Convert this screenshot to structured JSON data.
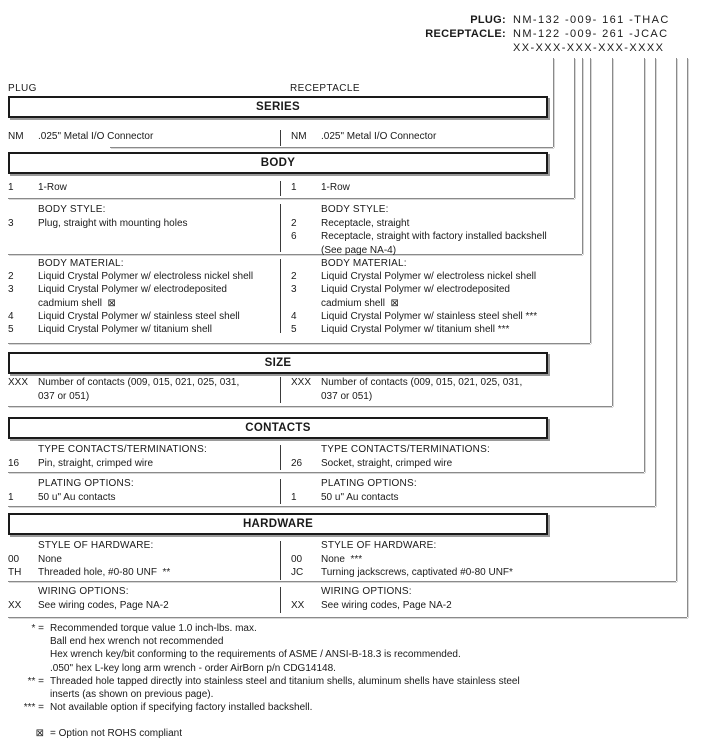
{
  "header": {
    "plug_label": "PLUG:",
    "plug_value": "NM-132 -009- 161 -THAC",
    "receptacle_label": "RECEPTACLE:",
    "receptacle_value": "NM-122 -009- 261 -JCAC",
    "pattern": "XX-XXX-XXX-XXX-XXXX",
    "left_column_label": "PLUG",
    "right_column_label": "RECEPTACLE"
  },
  "series": {
    "title": "SERIES",
    "left": {
      "code": "NM",
      "desc": ".025\" Metal I/O Connector"
    },
    "right": {
      "code": "NM",
      "desc": ".025\" Metal I/O Connector"
    }
  },
  "body": {
    "title": "BODY",
    "row": {
      "left": {
        "code": "1",
        "desc": "1-Row"
      },
      "right": {
        "code": "1",
        "desc": "1-Row"
      }
    },
    "style": {
      "heading": "BODY STYLE:",
      "left": [
        {
          "code": "3",
          "desc": "Plug, straight with mounting holes"
        }
      ],
      "right": [
        {
          "code": "2",
          "desc": "Receptacle, straight"
        },
        {
          "code": "6",
          "desc": "Receptacle, straight with factory installed backshell"
        },
        {
          "code": "",
          "desc": "(See page NA-4)"
        }
      ]
    },
    "material": {
      "heading": "BODY MATERIAL:",
      "left": [
        {
          "code": "2",
          "desc": "Liquid Crystal Polymer w/ electroless nickel shell"
        },
        {
          "code": "3",
          "desc": "Liquid Crystal Polymer w/ electrodeposited"
        },
        {
          "code": "",
          "desc": "cadmium shell  ⊠"
        },
        {
          "code": "4",
          "desc": "Liquid Crystal Polymer w/ stainless steel shell"
        },
        {
          "code": "5",
          "desc": "Liquid Crystal Polymer w/ titanium shell"
        }
      ],
      "right": [
        {
          "code": "2",
          "desc": "Liquid Crystal Polymer w/ electroless nickel shell"
        },
        {
          "code": "3",
          "desc": "Liquid Crystal Polymer w/ electrodeposited"
        },
        {
          "code": "",
          "desc": "cadmium shell  ⊠"
        },
        {
          "code": "4",
          "desc": "Liquid Crystal Polymer w/ stainless steel shell ***"
        },
        {
          "code": "5",
          "desc": "Liquid Crystal Polymer w/ titanium shell ***"
        }
      ]
    }
  },
  "size": {
    "title": "SIZE",
    "left": [
      {
        "code": "XXX",
        "desc": "Number of contacts (009, 015, 021, 025, 031,"
      },
      {
        "code": "",
        "desc": "037 or 051)"
      }
    ],
    "right": [
      {
        "code": "XXX",
        "desc": "Number of contacts (009, 015, 021, 025, 031,"
      },
      {
        "code": "",
        "desc": "037 or 051)"
      }
    ]
  },
  "contacts": {
    "title": "CONTACTS",
    "type": {
      "heading": "TYPE CONTACTS/TERMINATIONS:",
      "left": {
        "code": "16",
        "desc": "Pin, straight, crimped wire"
      },
      "right": {
        "code": "26",
        "desc": "Socket, straight, crimped wire"
      }
    },
    "plating": {
      "heading": "PLATING OPTIONS:",
      "left": {
        "code": "1",
        "desc": "50 u\" Au contacts"
      },
      "right": {
        "code": "1",
        "desc": "50 u\" Au contacts"
      }
    }
  },
  "hardware": {
    "title": "HARDWARE",
    "style": {
      "heading": "STYLE OF HARDWARE:",
      "left": [
        {
          "code": "00",
          "desc": "None"
        },
        {
          "code": "TH",
          "desc": "Threaded hole, #0-80 UNF  **"
        }
      ],
      "right": [
        {
          "code": "00",
          "desc": "None  ***"
        },
        {
          "code": "JC",
          "desc": "Turning jackscrews, captivated #0-80 UNF*"
        }
      ]
    },
    "wiring": {
      "heading": "WIRING OPTIONS:",
      "left": {
        "code": "XX",
        "desc": "See wiring codes, Page NA-2"
      },
      "right": {
        "code": "XX",
        "desc": "See wiring codes, Page NA-2"
      }
    }
  },
  "footnotes": [
    {
      "marker": "* =",
      "text": "Recommended torque value 1.0 inch-lbs. max."
    },
    {
      "marker": "",
      "text": "Ball end hex wrench not recommended"
    },
    {
      "marker": "",
      "text": "Hex wrench key/bit conforming to the requirements of ASME / ANSI-B-18.3 is recommended."
    },
    {
      "marker": "",
      "text": ".050\" hex L-key long arm wrench - order AirBorn p/n CDG14148."
    },
    {
      "marker": "** =",
      "text": "Threaded hole tapped directly into stainless steel and titanium shells, aluminum shells have stainless steel"
    },
    {
      "marker": "",
      "text": "inserts (as shown on previous page)."
    },
    {
      "marker": "*** =",
      "text": "Not available option if specifying factory installed backshell."
    }
  ],
  "rohs": {
    "symbol": "⊠",
    "text": "= Option not ROHS compliant"
  },
  "colors": {
    "ink": "#1a1a1a",
    "line_gray": "#8a8a8a",
    "box_shadow": "#9a9a9a"
  }
}
